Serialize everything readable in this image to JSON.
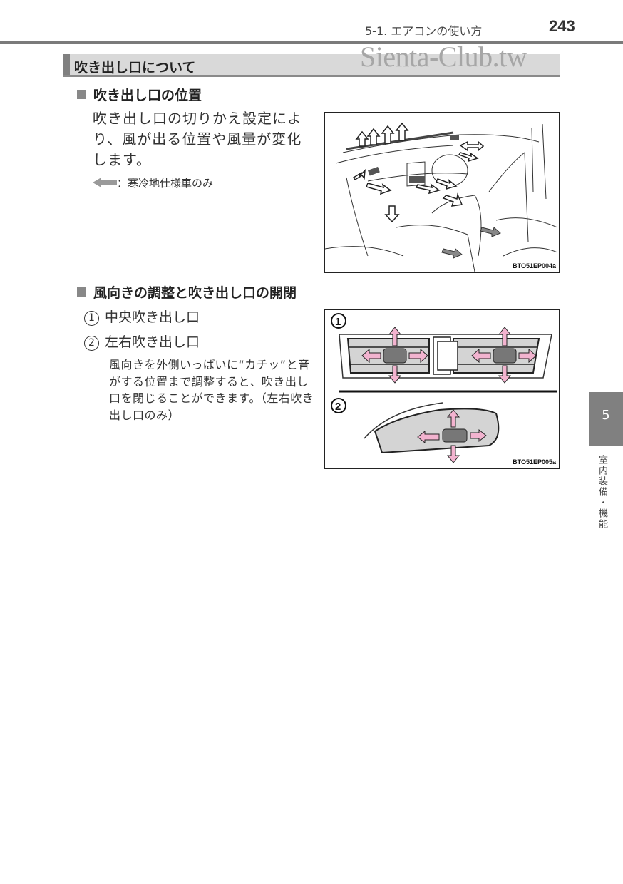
{
  "header": {
    "chapter": "5-1. エアコンの使い方",
    "page_number": "243",
    "watermark": "Sienta-Club.tw"
  },
  "section": {
    "title": "吹き出し口について"
  },
  "subsection1": {
    "title": "吹き出し口の位置",
    "body": "吹き出し口の切りかえ設定により、風が出る位置や風量が変化します。",
    "legend_icon": "gray-arrow-icon",
    "legend_text": "：寒冷地仕様車のみ",
    "figure_code": "BTO51EP004a"
  },
  "subsection2": {
    "title": "風向きの調整と吹き出し口の開閉",
    "items": [
      {
        "number": "1",
        "label": "中央吹き出し口"
      },
      {
        "number": "2",
        "label": "左右吹き出し口"
      }
    ],
    "note": "風向きを外側いっぱいに“カチッ”と音がする位置まで調整すると、吹き出し口を閉じることができます。（左右吹き出し口のみ）",
    "figure_labels": [
      "1",
      "2"
    ],
    "figure_code": "BTO51EP005a"
  },
  "side_tab": {
    "number": "5",
    "label": "室内装備・機能"
  },
  "colors": {
    "header_rule": "#7a7a7a",
    "section_bg": "#d9d9d9",
    "tab_bg": "#808080",
    "arrow_pink": "#f2b3cf",
    "arrow_dark": "#6b6b6b"
  }
}
